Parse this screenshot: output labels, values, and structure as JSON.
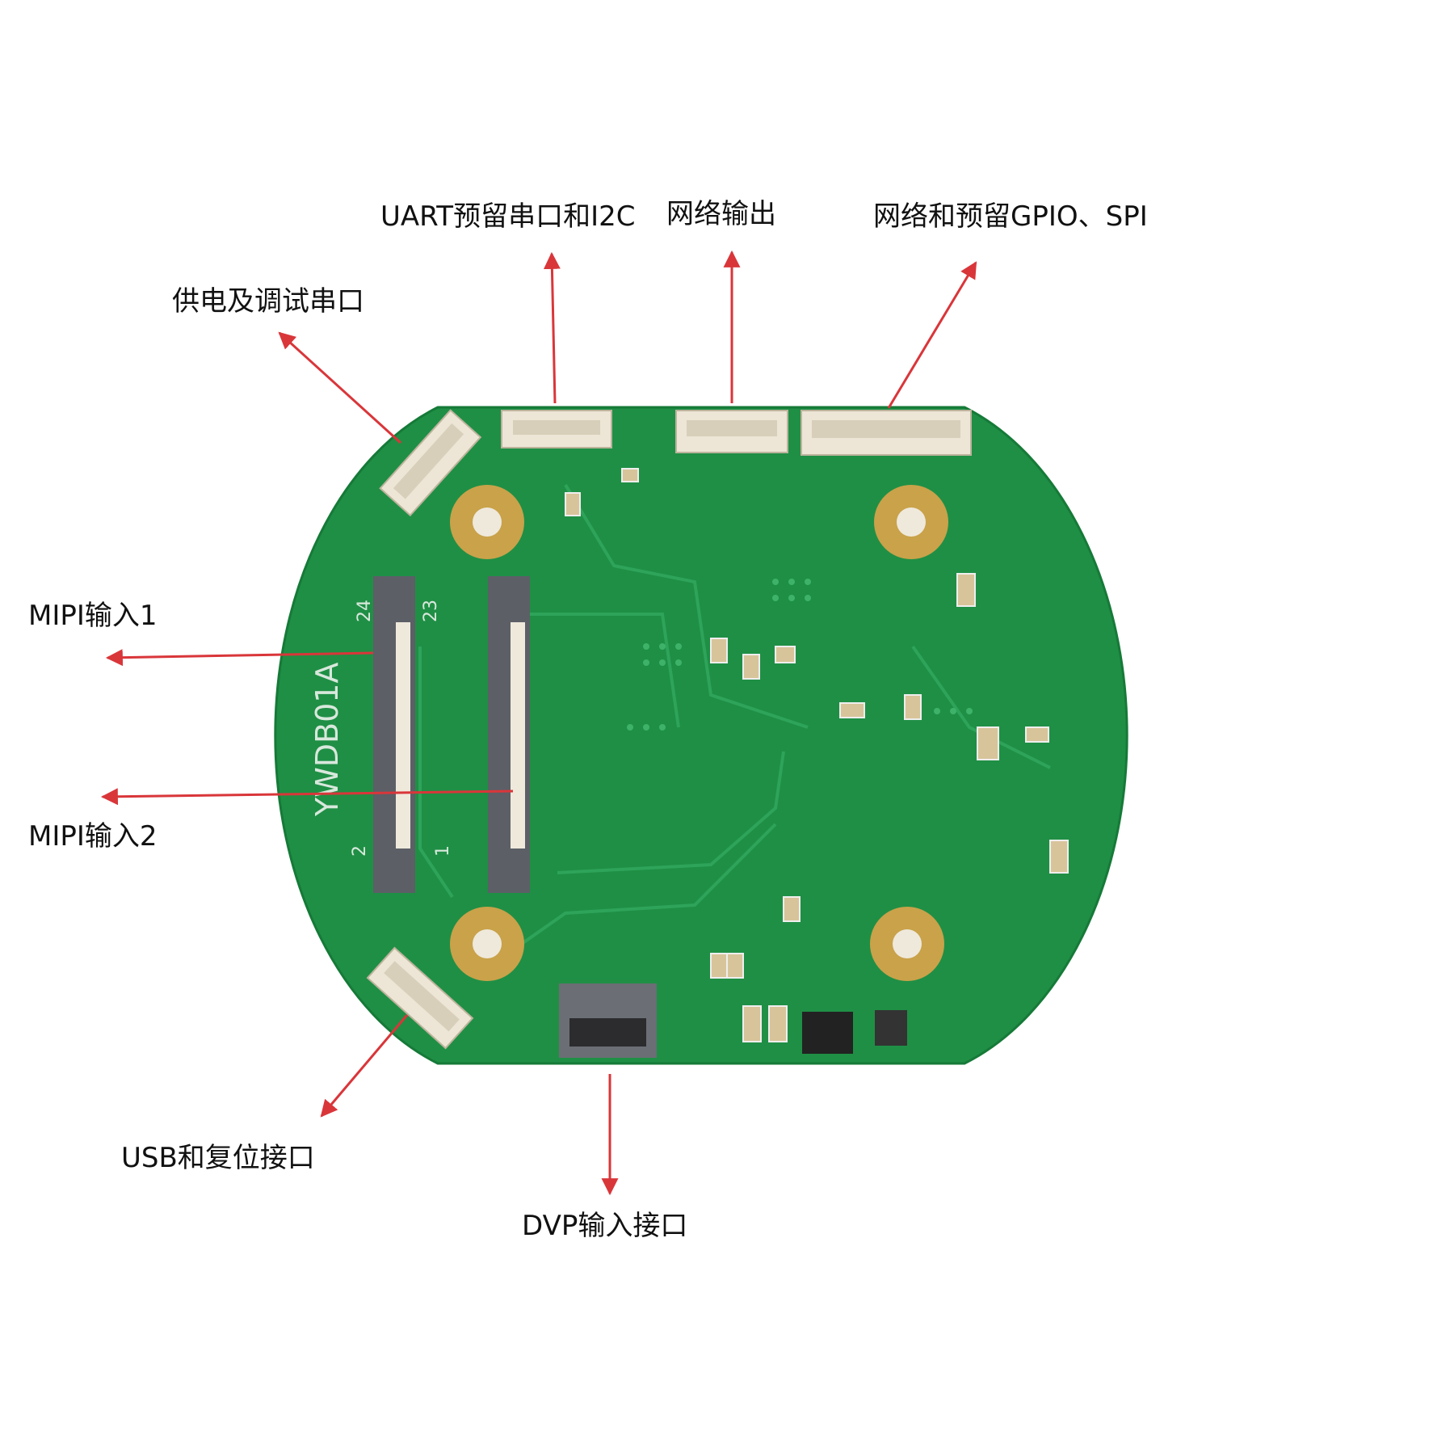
{
  "labels": {
    "power_debug": "供电及调试串口",
    "uart_i2c": "UART预留串口和I2C",
    "network_out": "网络输出",
    "network_gpio_spi": "网络和预留GPIO、SPI",
    "mipi_in_1": "MIPI输入1",
    "mipi_in_2": "MIPI输入2",
    "usb_reset": "USB和复位接口",
    "dvp_in": "DVP输入接口"
  },
  "board": {
    "silkscreen": "YWDB01A",
    "pins": {
      "p24": "24",
      "p23": "23",
      "p2": "2",
      "p1": "1"
    }
  },
  "colors": {
    "board": "#1f8f45",
    "trace": "#2a9e55",
    "arrow": "#d9363a",
    "gold": "#c9a24a",
    "connector": "#ede6d6",
    "fpc": "#5c5f66"
  }
}
